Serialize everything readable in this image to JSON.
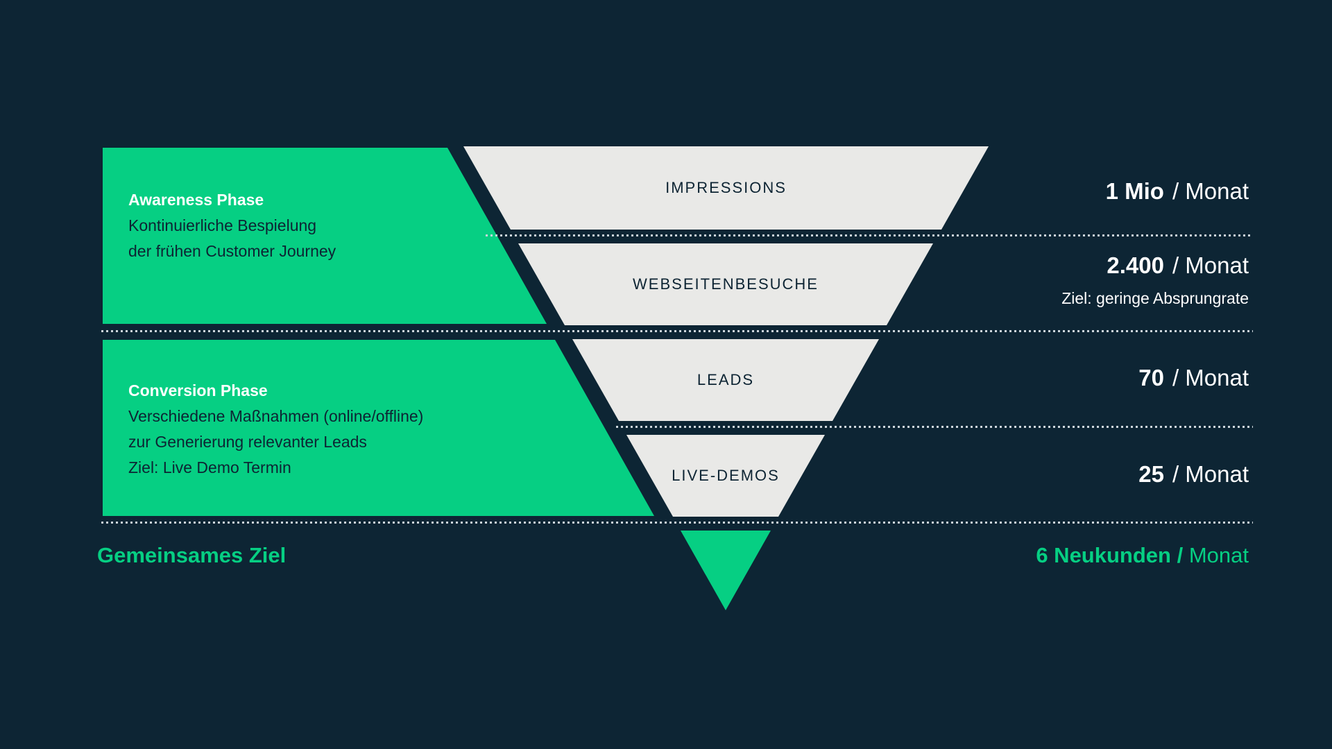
{
  "theme": {
    "background": "#0d2534",
    "green": "#06cf83",
    "gray": "#e9e9e7",
    "dark_text": "#0d2433",
    "white": "#ffffff",
    "dot_color": "#cdd6dc"
  },
  "phases": [
    {
      "title": "Awareness Phase",
      "lines": [
        "Kontinuierliche Bespielung",
        "der frühen Customer Journey"
      ]
    },
    {
      "title": "Conversion Phase",
      "lines": [
        "Verschiedene Maßnahmen (online/offline)",
        "zur Generierung relevanter Leads",
        "Ziel: Live Demo Termin"
      ]
    }
  ],
  "chart_data": {
    "type": "funnel",
    "stages": [
      {
        "label": "IMPRESSIONS",
        "value": "1 Mio",
        "unit": "/ Monat",
        "note": ""
      },
      {
        "label": "WEBSEITENBESUCHE",
        "value": "2.400",
        "unit": "/ Monat",
        "note": "Ziel: geringe Absprungrate"
      },
      {
        "label": "LEADS",
        "value": "70",
        "unit": "/ Monat",
        "note": ""
      },
      {
        "label": "LIVE-DEMOS",
        "value": "25",
        "unit": "/ Monat",
        "note": ""
      }
    ]
  },
  "goal": {
    "label": "Gemeinsames Ziel",
    "value": "6 Neukunden /",
    "unit": "Monat"
  }
}
